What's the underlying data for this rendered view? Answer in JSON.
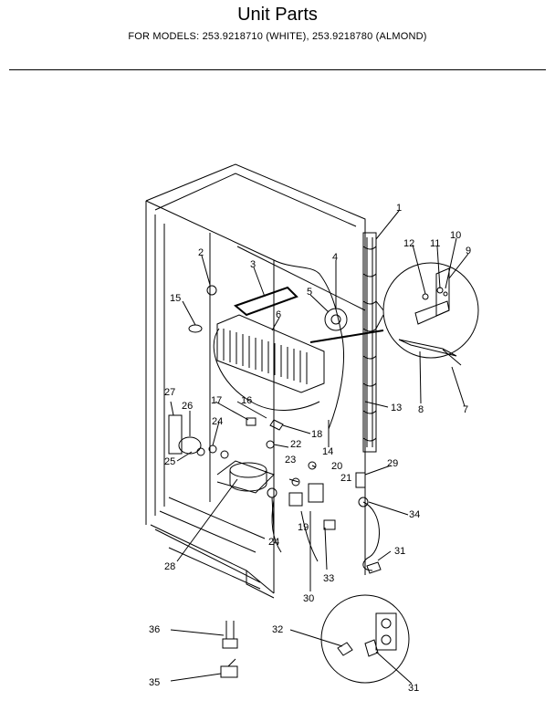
{
  "header": {
    "title": "Unit Parts",
    "models": "FOR MODELS:  253.9218710 (WHITE), 253.9218780 (ALMOND)"
  },
  "callouts": [
    "1",
    "2",
    "3",
    "4",
    "5",
    "6",
    "7",
    "8",
    "9",
    "10",
    "11",
    "12",
    "13",
    "14",
    "15",
    "16",
    "17",
    "18",
    "19",
    "20",
    "21",
    "22",
    "23",
    "24",
    "24",
    "25",
    "26",
    "27",
    "28",
    "29",
    "30",
    "31",
    "31",
    "32",
    "33",
    "34",
    "35",
    "36"
  ]
}
